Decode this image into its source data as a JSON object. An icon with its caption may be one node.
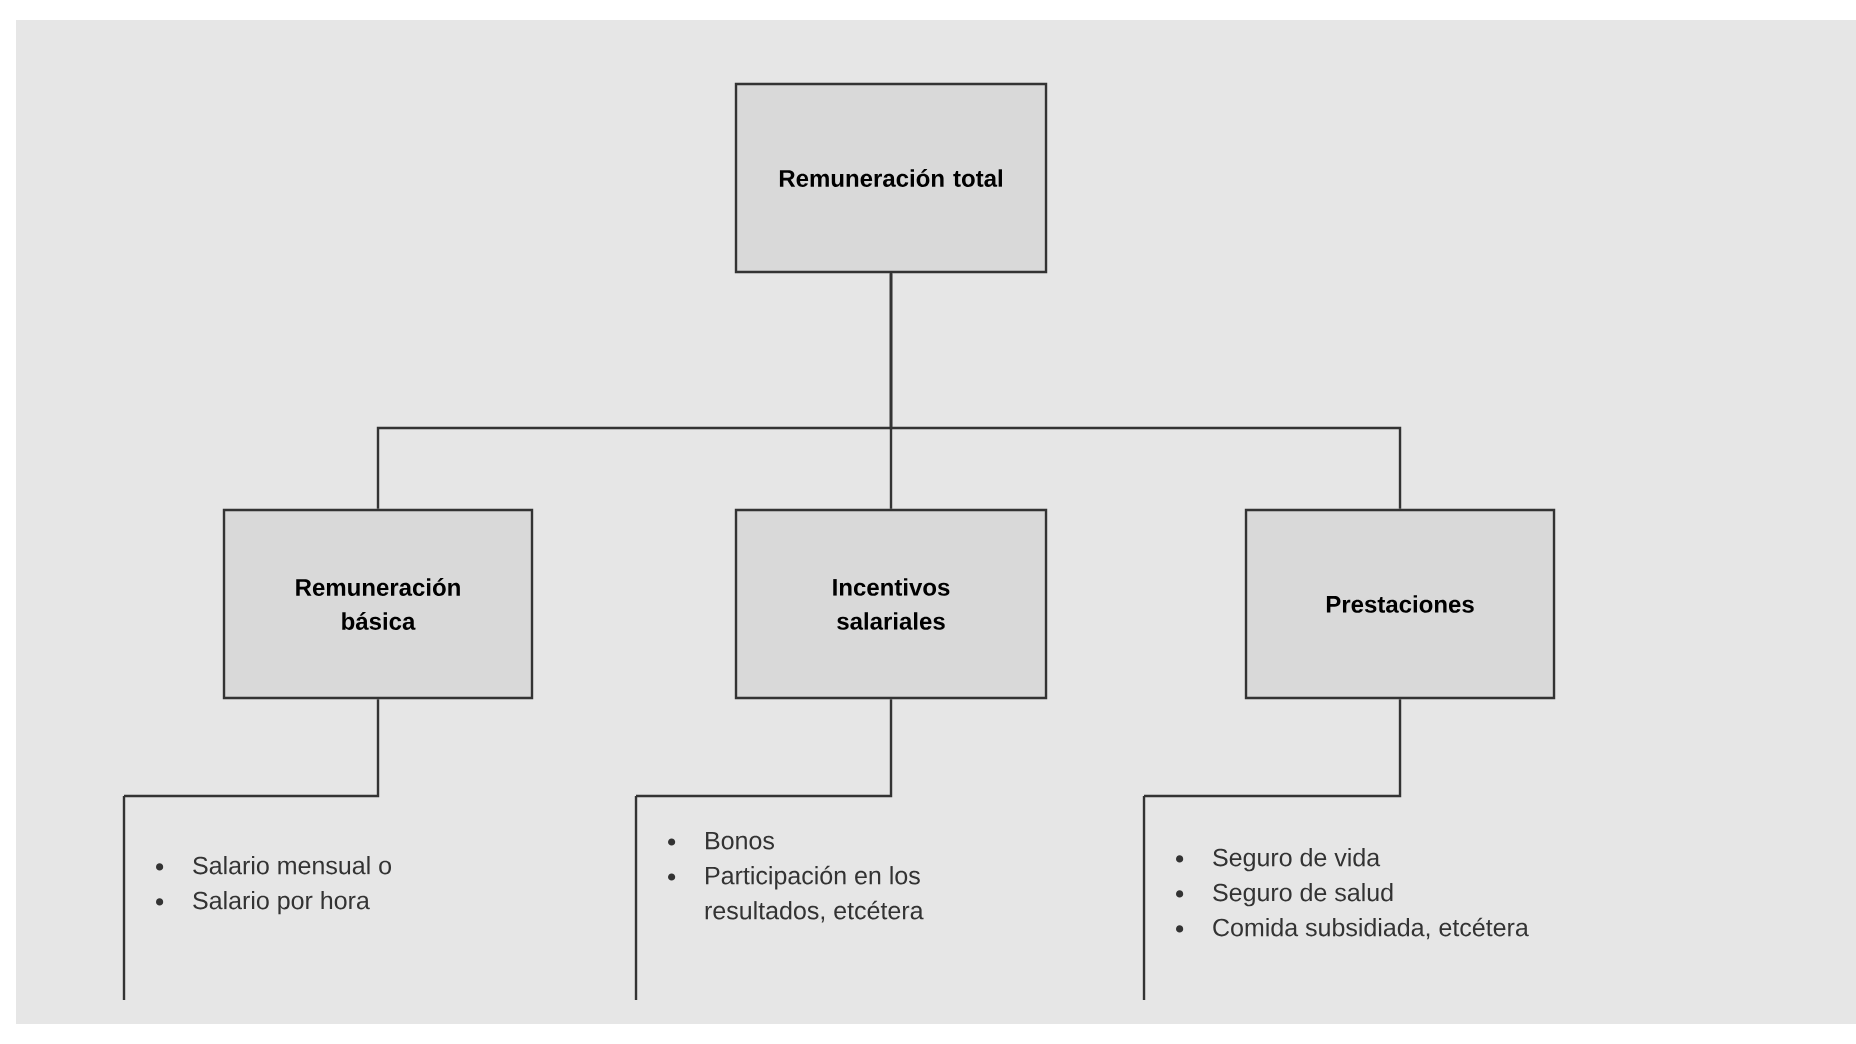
{
  "diagram": {
    "nodes": [
      {
        "text": [
          "Remuneración total"
        ]
      },
      {
        "text": [
          "Remuneración básica"
        ]
      },
      {
        "text": [
          "Incentivos salariales"
        ]
      },
      {
        "text": [
          "Prestaciones"
        ]
      },
      {
        "text": [
          "Salario mensual o",
          "Salario por hora"
        ]
      },
      {
        "text": [
          "Bonos",
          "Participación en los resultados, etcétera"
        ]
      },
      {
        "text": [
          "Seguro de vida",
          "Seguro de salud",
          "Comida subsidiada, etcétera"
        ]
      }
    ],
    "edges": [
      {
        "from": 0,
        "to": 1,
        "arrow": "none"
      },
      {
        "from": 0,
        "to": 2,
        "arrow": "none"
      },
      {
        "from": 0,
        "to": 3,
        "arrow": "none"
      },
      {
        "from": 1,
        "to": 4,
        "arrow": "none"
      },
      {
        "from": 2,
        "to": 5,
        "arrow": "none"
      },
      {
        "from": 3,
        "to": 6,
        "arrow": "none"
      }
    ]
  }
}
